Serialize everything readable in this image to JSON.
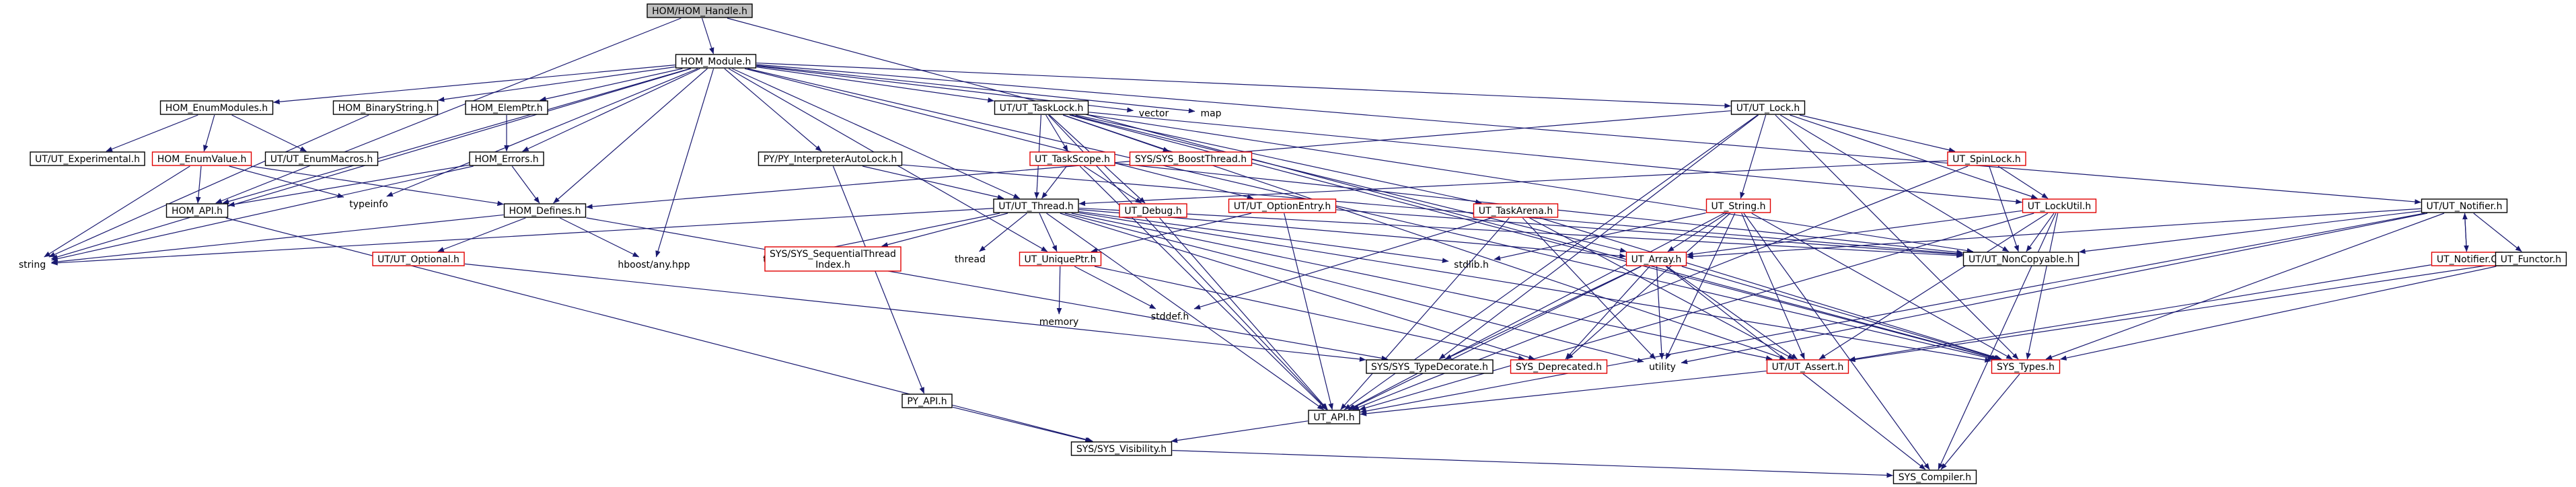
{
  "graph": {
    "title": "HOM/HOM_Handle.h",
    "nodes": [
      {
        "id": "HOM_Handle",
        "label": "HOM/HOM_Handle.h",
        "style": "root"
      },
      {
        "id": "HOM_Module",
        "label": "HOM_Module.h",
        "style": "normal"
      },
      {
        "id": "HOM_API",
        "label": "HOM_API.h",
        "style": "normal"
      },
      {
        "id": "SYS_Types",
        "label": "SYS_Types.h",
        "style": "red"
      },
      {
        "id": "HOM_EnumModules",
        "label": "HOM_EnumModules.h",
        "style": "normal"
      },
      {
        "id": "HOM_BinaryString",
        "label": "HOM_BinaryString.h",
        "style": "normal"
      },
      {
        "id": "HOM_ElemPtr",
        "label": "HOM_ElemPtr.h",
        "style": "normal"
      },
      {
        "id": "UT_TaskLock",
        "label": "UT/UT_TaskLock.h",
        "style": "normal"
      },
      {
        "id": "vector",
        "label": "vector",
        "style": "plain"
      },
      {
        "id": "map",
        "label": "map",
        "style": "plain"
      },
      {
        "id": "UT_Lock",
        "label": "UT/UT_Lock.h",
        "style": "normal"
      },
      {
        "id": "UT_Experimental",
        "label": "UT/UT_Experimental.h",
        "style": "normal"
      },
      {
        "id": "HOM_EnumValue",
        "label": "HOM_EnumValue.h",
        "style": "red"
      },
      {
        "id": "UT_EnumMacros",
        "label": "UT/UT_EnumMacros.h",
        "style": "normal"
      },
      {
        "id": "HOM_Errors",
        "label": "HOM_Errors.h",
        "style": "normal"
      },
      {
        "id": "PY_InterpreterAutoLock",
        "label": "PY/PY_InterpreterAutoLock.h",
        "style": "normal"
      },
      {
        "id": "UT_TaskScope",
        "label": "UT_TaskScope.h",
        "style": "red"
      },
      {
        "id": "SYS_BoostThread",
        "label": "SYS/SYS_BoostThread.h",
        "style": "red"
      },
      {
        "id": "UT_SpinLock",
        "label": "UT_SpinLock.h",
        "style": "red"
      },
      {
        "id": "UT_Notifier",
        "label": "UT/UT_Notifier.h",
        "style": "normal"
      },
      {
        "id": "typeinfo",
        "label": "typeinfo",
        "style": "plain"
      },
      {
        "id": "HOM_Defines",
        "label": "HOM_Defines.h",
        "style": "normal"
      },
      {
        "id": "UT_Thread",
        "label": "UT/UT_Thread.h",
        "style": "normal"
      },
      {
        "id": "UT_Debug",
        "label": "UT_Debug.h",
        "style": "red"
      },
      {
        "id": "UT_OptionEntry",
        "label": "UT/UT_OptionEntry.h",
        "style": "red"
      },
      {
        "id": "UT_TaskArena",
        "label": "UT_TaskArena.h",
        "style": "red"
      },
      {
        "id": "UT_String",
        "label": "UT_String.h",
        "style": "red"
      },
      {
        "id": "UT_LockUtil",
        "label": "UT_LockUtil.h",
        "style": "red"
      },
      {
        "id": "UT_NonCopyable",
        "label": "UT/UT_NonCopyable.h",
        "style": "normal"
      },
      {
        "id": "UT_NotifierC",
        "label": "UT_Notifier.C",
        "style": "red"
      },
      {
        "id": "UT_Functor",
        "label": "UT_Functor.h",
        "style": "normal"
      },
      {
        "id": "string",
        "label": "string",
        "style": "plain"
      },
      {
        "id": "UT_Optional",
        "label": "UT/UT_Optional.h",
        "style": "red"
      },
      {
        "id": "hboost_any",
        "label": "hboost/any.hpp",
        "style": "plain"
      },
      {
        "id": "tuple",
        "label": "tuple",
        "style": "plain"
      },
      {
        "id": "SYS_SequentialThreadIndex",
        "label": "SYS/SYS_SequentialThread\nIndex.h",
        "style": "red"
      },
      {
        "id": "thread",
        "label": "thread",
        "style": "plain"
      },
      {
        "id": "UT_UniquePtr",
        "label": "UT_UniquePtr.h",
        "style": "red"
      },
      {
        "id": "stdlib",
        "label": "stdlib.h",
        "style": "plain"
      },
      {
        "id": "UT_Array",
        "label": "UT_Array.h",
        "style": "red"
      },
      {
        "id": "memory",
        "label": "memory",
        "style": "plain"
      },
      {
        "id": "stddef",
        "label": "stddef.h",
        "style": "plain"
      },
      {
        "id": "SYS_TypeDecorate",
        "label": "SYS/SYS_TypeDecorate.h",
        "style": "normal"
      },
      {
        "id": "SYS_Deprecated",
        "label": "SYS_Deprecated.h",
        "style": "red"
      },
      {
        "id": "utility",
        "label": "utility",
        "style": "plain"
      },
      {
        "id": "UT_Assert",
        "label": "UT/UT_Assert.h",
        "style": "red"
      },
      {
        "id": "UT_API",
        "label": "UT_API.h",
        "style": "normal"
      },
      {
        "id": "PY_API",
        "label": "PY_API.h",
        "style": "normal"
      },
      {
        "id": "SYS_Visibility",
        "label": "SYS/SYS_Visibility.h",
        "style": "normal"
      },
      {
        "id": "SYS_Compiler",
        "label": "SYS_Compiler.h",
        "style": "normal"
      }
    ],
    "edges": [
      [
        "HOM_Handle",
        "HOM_Module"
      ],
      [
        "HOM_Handle",
        "HOM_API"
      ],
      [
        "HOM_Handle",
        "SYS_Types"
      ],
      [
        "HOM_Module",
        "HOM_API"
      ],
      [
        "HOM_Module",
        "HOM_EnumModules"
      ],
      [
        "HOM_Module",
        "HOM_BinaryString"
      ],
      [
        "HOM_Module",
        "HOM_ElemPtr"
      ],
      [
        "HOM_Module",
        "UT_TaskLock"
      ],
      [
        "HOM_Module",
        "vector"
      ],
      [
        "HOM_Module",
        "map"
      ],
      [
        "HOM_Module",
        "UT_Lock"
      ],
      [
        "HOM_Module",
        "HOM_Errors"
      ],
      [
        "HOM_Module",
        "HOM_Defines"
      ],
      [
        "HOM_Module",
        "PY_InterpreterAutoLock"
      ],
      [
        "HOM_Module",
        "UT_Thread"
      ],
      [
        "HOM_Module",
        "UT_OptionEntry"
      ],
      [
        "HOM_Module",
        "UT_Notifier"
      ],
      [
        "HOM_Module",
        "string"
      ],
      [
        "HOM_Module",
        "typeinfo"
      ],
      [
        "HOM_Module",
        "hboost_any"
      ],
      [
        "HOM_Module",
        "UT_UniquePtr"
      ],
      [
        "HOM_Module",
        "SYS_Types"
      ],
      [
        "HOM_EnumModules",
        "UT_Experimental"
      ],
      [
        "HOM_EnumModules",
        "HOM_EnumValue"
      ],
      [
        "HOM_EnumModules",
        "UT_EnumMacros"
      ],
      [
        "HOM_EnumValue",
        "HOM_API"
      ],
      [
        "HOM_EnumValue",
        "HOM_Defines"
      ],
      [
        "HOM_EnumValue",
        "typeinfo"
      ],
      [
        "HOM_EnumValue",
        "string"
      ],
      [
        "HOM_BinaryString",
        "string"
      ],
      [
        "HOM_ElemPtr",
        "HOM_Errors"
      ],
      [
        "HOM_Errors",
        "HOM_API"
      ],
      [
        "HOM_Errors",
        "HOM_Defines"
      ],
      [
        "HOM_Errors",
        "string"
      ],
      [
        "HOM_API",
        "SYS_Visibility"
      ],
      [
        "HOM_Defines",
        "string"
      ],
      [
        "HOM_Defines",
        "UT_Optional"
      ],
      [
        "HOM_Defines",
        "hboost_any"
      ],
      [
        "HOM_Defines",
        "SYS_TypeDecorate"
      ],
      [
        "UT_Optional",
        "SYS_TypeDecorate"
      ],
      [
        "UT_TaskLock",
        "UT_TaskScope"
      ],
      [
        "UT_TaskLock",
        "SYS_BoostThread"
      ],
      [
        "UT_TaskLock",
        "UT_Thread"
      ],
      [
        "UT_TaskLock",
        "UT_Debug"
      ],
      [
        "UT_TaskLock",
        "UT_TaskArena"
      ],
      [
        "UT_TaskLock",
        "UT_Array"
      ],
      [
        "UT_TaskLock",
        "UT_Assert"
      ],
      [
        "UT_TaskLock",
        "UT_LockUtil"
      ],
      [
        "UT_TaskLock",
        "UT_NonCopyable"
      ],
      [
        "UT_TaskLock",
        "UT_API"
      ],
      [
        "UT_TaskLock",
        "SYS_Types"
      ],
      [
        "UT_TaskScope",
        "UT_Thread"
      ],
      [
        "UT_TaskScope",
        "UT_Debug"
      ],
      [
        "UT_TaskScope",
        "UT_API"
      ],
      [
        "UT_TaskScope",
        "UT_NonCopyable"
      ],
      [
        "UT_Lock",
        "UT_SpinLock"
      ],
      [
        "UT_Lock",
        "UT_LockUtil"
      ],
      [
        "UT_Lock",
        "UT_String"
      ],
      [
        "UT_Lock",
        "UT_NonCopyable"
      ],
      [
        "UT_Lock",
        "UT_API"
      ],
      [
        "UT_Lock",
        "SYS_Types"
      ],
      [
        "UT_Lock",
        "SYS_TypeDecorate"
      ],
      [
        "UT_Lock",
        "HOM_Defines"
      ],
      [
        "UT_SpinLock",
        "UT_Thread"
      ],
      [
        "UT_SpinLock",
        "UT_LockUtil"
      ],
      [
        "UT_SpinLock",
        "UT_NonCopyable"
      ],
      [
        "UT_SpinLock",
        "UT_API"
      ],
      [
        "UT_LockUtil",
        "UT_Array"
      ],
      [
        "UT_LockUtil",
        "UT_Assert"
      ],
      [
        "UT_LockUtil",
        "UT_NonCopyable"
      ],
      [
        "UT_LockUtil",
        "SYS_Compiler"
      ],
      [
        "UT_LockUtil",
        "SYS_Types"
      ],
      [
        "UT_LockUtil",
        "UT_API"
      ],
      [
        "PY_InterpreterAutoLock",
        "UT_Thread"
      ],
      [
        "PY_InterpreterAutoLock",
        "PY_API"
      ],
      [
        "PY_InterpreterAutoLock",
        "UT_NonCopyable"
      ],
      [
        "UT_Thread",
        "string"
      ],
      [
        "UT_Thread",
        "tuple"
      ],
      [
        "UT_Thread",
        "SYS_SequentialThreadIndex"
      ],
      [
        "UT_Thread",
        "thread"
      ],
      [
        "UT_Thread",
        "UT_UniquePtr"
      ],
      [
        "UT_Thread",
        "stdlib"
      ],
      [
        "UT_Thread",
        "UT_Array"
      ],
      [
        "UT_Thread",
        "UT_Assert"
      ],
      [
        "UT_Thread",
        "UT_API"
      ],
      [
        "UT_Thread",
        "SYS_Types"
      ],
      [
        "UT_Thread",
        "UT_NonCopyable"
      ],
      [
        "UT_Thread",
        "SYS_Deprecated"
      ],
      [
        "UT_Thread",
        "utility"
      ],
      [
        "UT_Debug",
        "UT_API"
      ],
      [
        "UT_OptionEntry",
        "UT_UniquePtr"
      ],
      [
        "UT_OptionEntry",
        "UT_API"
      ],
      [
        "UT_OptionEntry",
        "UT_NonCopyable"
      ],
      [
        "UT_TaskArena",
        "stddef"
      ],
      [
        "UT_TaskArena",
        "UT_API"
      ],
      [
        "UT_TaskArena",
        "UT_Assert"
      ],
      [
        "UT_TaskArena",
        "SYS_Types"
      ],
      [
        "UT_TaskArena",
        "utility"
      ],
      [
        "UT_String",
        "UT_Array"
      ],
      [
        "UT_String",
        "stdlib"
      ],
      [
        "UT_String",
        "UT_Assert"
      ],
      [
        "UT_String",
        "UT_API"
      ],
      [
        "UT_String",
        "SYS_Types"
      ],
      [
        "UT_String",
        "SYS_Compiler"
      ],
      [
        "UT_String",
        "SYS_Deprecated"
      ],
      [
        "UT_String",
        "utility"
      ],
      [
        "UT_UniquePtr",
        "memory"
      ],
      [
        "UT_UniquePtr",
        "stddef"
      ],
      [
        "UT_UniquePtr",
        "SYS_Deprecated"
      ],
      [
        "UT_Array",
        "SYS_TypeDecorate"
      ],
      [
        "UT_Array",
        "SYS_Deprecated"
      ],
      [
        "UT_Array",
        "utility"
      ],
      [
        "UT_Array",
        "UT_Assert"
      ],
      [
        "UT_Array",
        "UT_API"
      ],
      [
        "UT_Array",
        "SYS_Types"
      ],
      [
        "UT_Array",
        "SYS_Compiler"
      ],
      [
        "UT_Assert",
        "UT_API"
      ],
      [
        "UT_Notifier",
        "UT_NotifierC"
      ],
      [
        "UT_Notifier",
        "UT_Functor"
      ],
      [
        "UT_Notifier",
        "UT_Array"
      ],
      [
        "UT_Notifier",
        "UT_NonCopyable"
      ],
      [
        "UT_Notifier",
        "UT_API"
      ],
      [
        "UT_Notifier",
        "SYS_Types"
      ],
      [
        "UT_Notifier",
        "utility"
      ],
      [
        "UT_NotifierC",
        "UT_Notifier"
      ],
      [
        "UT_NotifierC",
        "UT_Assert"
      ],
      [
        "UT_Functor",
        "SYS_Types"
      ],
      [
        "UT_Functor",
        "UT_Assert"
      ],
      [
        "UT_API",
        "SYS_Visibility"
      ],
      [
        "PY_API",
        "SYS_Visibility"
      ],
      [
        "SYS_Visibility",
        "SYS_Compiler"
      ],
      [
        "SYS_Types",
        "SYS_Compiler"
      ]
    ]
  }
}
